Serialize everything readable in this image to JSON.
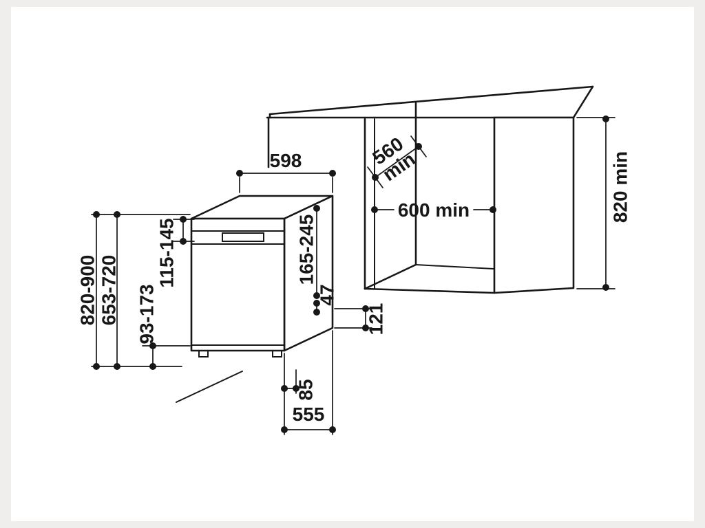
{
  "page": {
    "background": "#efeeec",
    "paper": "#ffffff",
    "ink": "#171717"
  },
  "diagram": {
    "dimensions": {
      "appliance_width_top": "598",
      "niche_depth": {
        "value": "560",
        "unit": "min"
      },
      "niche_width": "600 min",
      "niche_height_right": "820 min",
      "overall_height_range": "820-900",
      "door_height_range": "653-720",
      "plinth_height_range": "93-173",
      "top_gap_range": "115-145",
      "side_gap_range": "165-245",
      "offset_47": "47",
      "offset_121": "121",
      "offset_85": "85",
      "appliance_depth_bottom": "555"
    }
  }
}
